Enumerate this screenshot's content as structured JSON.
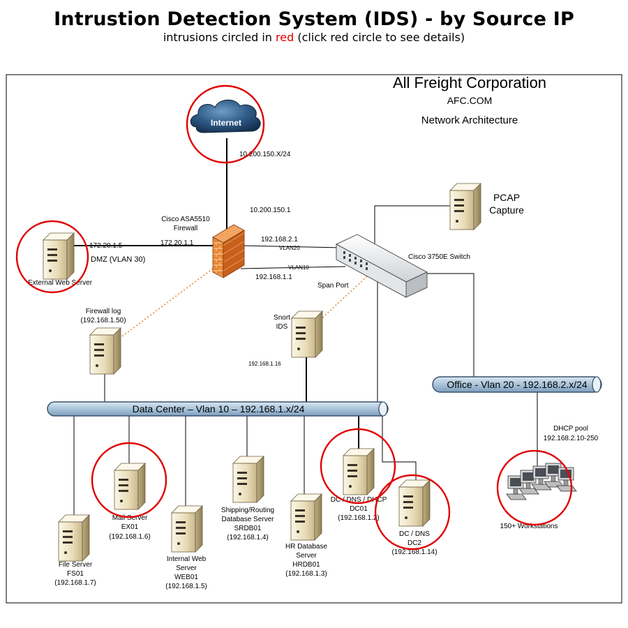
{
  "header": {
    "title": "Intrustion Detection System (IDS) - by Source IP",
    "subtitle_prefix": "intrusions circled in ",
    "subtitle_red": "red",
    "subtitle_suffix": " (click red circle to see details)"
  },
  "colors": {
    "intrusion_circle": "#e00000",
    "bus_fill": "#a9c3d9",
    "server_body": "#efe6cc",
    "firewall": "#e07a2c",
    "cloud": "#1f3e5e",
    "span_link": "#e08a3a"
  },
  "company": {
    "name": "All Freight Corporation",
    "domain": "AFC.COM",
    "caption": "Network Architecture"
  },
  "internet": {
    "label": "Internet",
    "subnet": "10.200.150.X/24"
  },
  "firewall": {
    "ext_ip": "10.200.150.1",
    "name_line1": "Cisco ASA5510",
    "name_line2": "Firewall",
    "dmz_ip": "172.20.1.1",
    "vlan20_ip": "192.168.2.1",
    "vlan20_label": "VLAN20",
    "vlan10_label": "VLAN10",
    "vlan10_ip": "192.168.1.1"
  },
  "dmz": {
    "server_ip": "172.20.1.5",
    "label": "DMZ (VLAN 30)",
    "server_name": "External Web Server"
  },
  "pcap": {
    "line1": "PCAP",
    "line2": "Capture"
  },
  "switch": {
    "name": "Cisco 3750E Switch",
    "span_label": "Span Port"
  },
  "fw_log": {
    "line1": "Firewall log",
    "line2": "(192.168.1.50)"
  },
  "snort": {
    "line1": "Snort",
    "line2": "IDS",
    "ip": "192.168.1.16"
  },
  "buses": {
    "data_center": "Data Center – Vlan 10 – 192.168.1.x/24",
    "office": "Office - Vlan 20 - 192.168.2.x/24"
  },
  "dhcp": {
    "line1": "DHCP pool",
    "line2": "192.168.2.10-250"
  },
  "workstations": {
    "label": "150+ Workstations"
  },
  "servers": {
    "fs01": {
      "l1": "File Server",
      "l2": "FS01",
      "l3": "(192.168.1.7)"
    },
    "ex01": {
      "l1": "Mail Server",
      "l2": "EX01",
      "l3": "(192.168.1.6)"
    },
    "web01": {
      "l1": "Internal Web",
      "l2": "Server",
      "l3": "WEB01",
      "l4": "(192.168.1.5)"
    },
    "srdb01": {
      "l1": "Shipping/Routing",
      "l2": "Database Server",
      "l3": "SRDB01",
      "l4": "(192.168.1.4)"
    },
    "hrdb01": {
      "l1": "HR Database",
      "l2": "Server",
      "l3": "HRDB01",
      "l4": "(192.168.1.3)"
    },
    "dc01": {
      "l1": "DC / DNS / DHCP",
      "l2": "DC01",
      "l3": "(192.168.1.2)"
    },
    "dc2": {
      "l1": "DC / DNS",
      "l2": "DC2",
      "l3": "(192.168.1.14)"
    }
  }
}
